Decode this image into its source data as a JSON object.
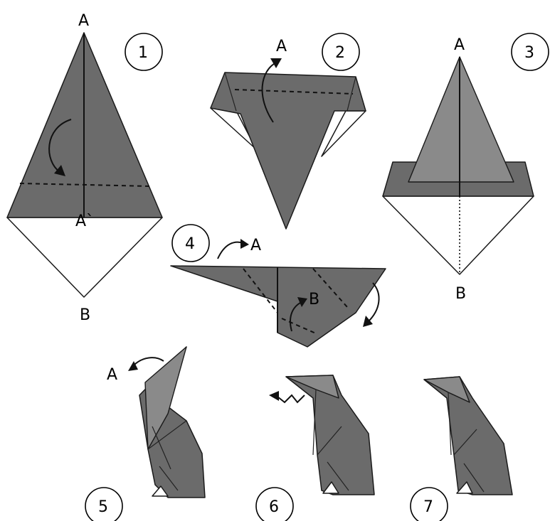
{
  "colors": {
    "paper_color": "#6b6b6b",
    "paper_back": "#ffffff",
    "ink": "#111111"
  },
  "steps": [
    {
      "number": "1",
      "labels": {
        "top": "A",
        "middle": "A`",
        "bottom": "B"
      }
    },
    {
      "number": "2",
      "labels": {
        "top": "A"
      }
    },
    {
      "number": "3",
      "labels": {
        "top": "A",
        "bottom": "B"
      }
    },
    {
      "number": "4",
      "labels": {
        "arrow": "A",
        "inner": "B"
      }
    },
    {
      "number": "5",
      "labels": {
        "arrow": "A"
      }
    },
    {
      "number": "6"
    },
    {
      "number": "7"
    }
  ]
}
